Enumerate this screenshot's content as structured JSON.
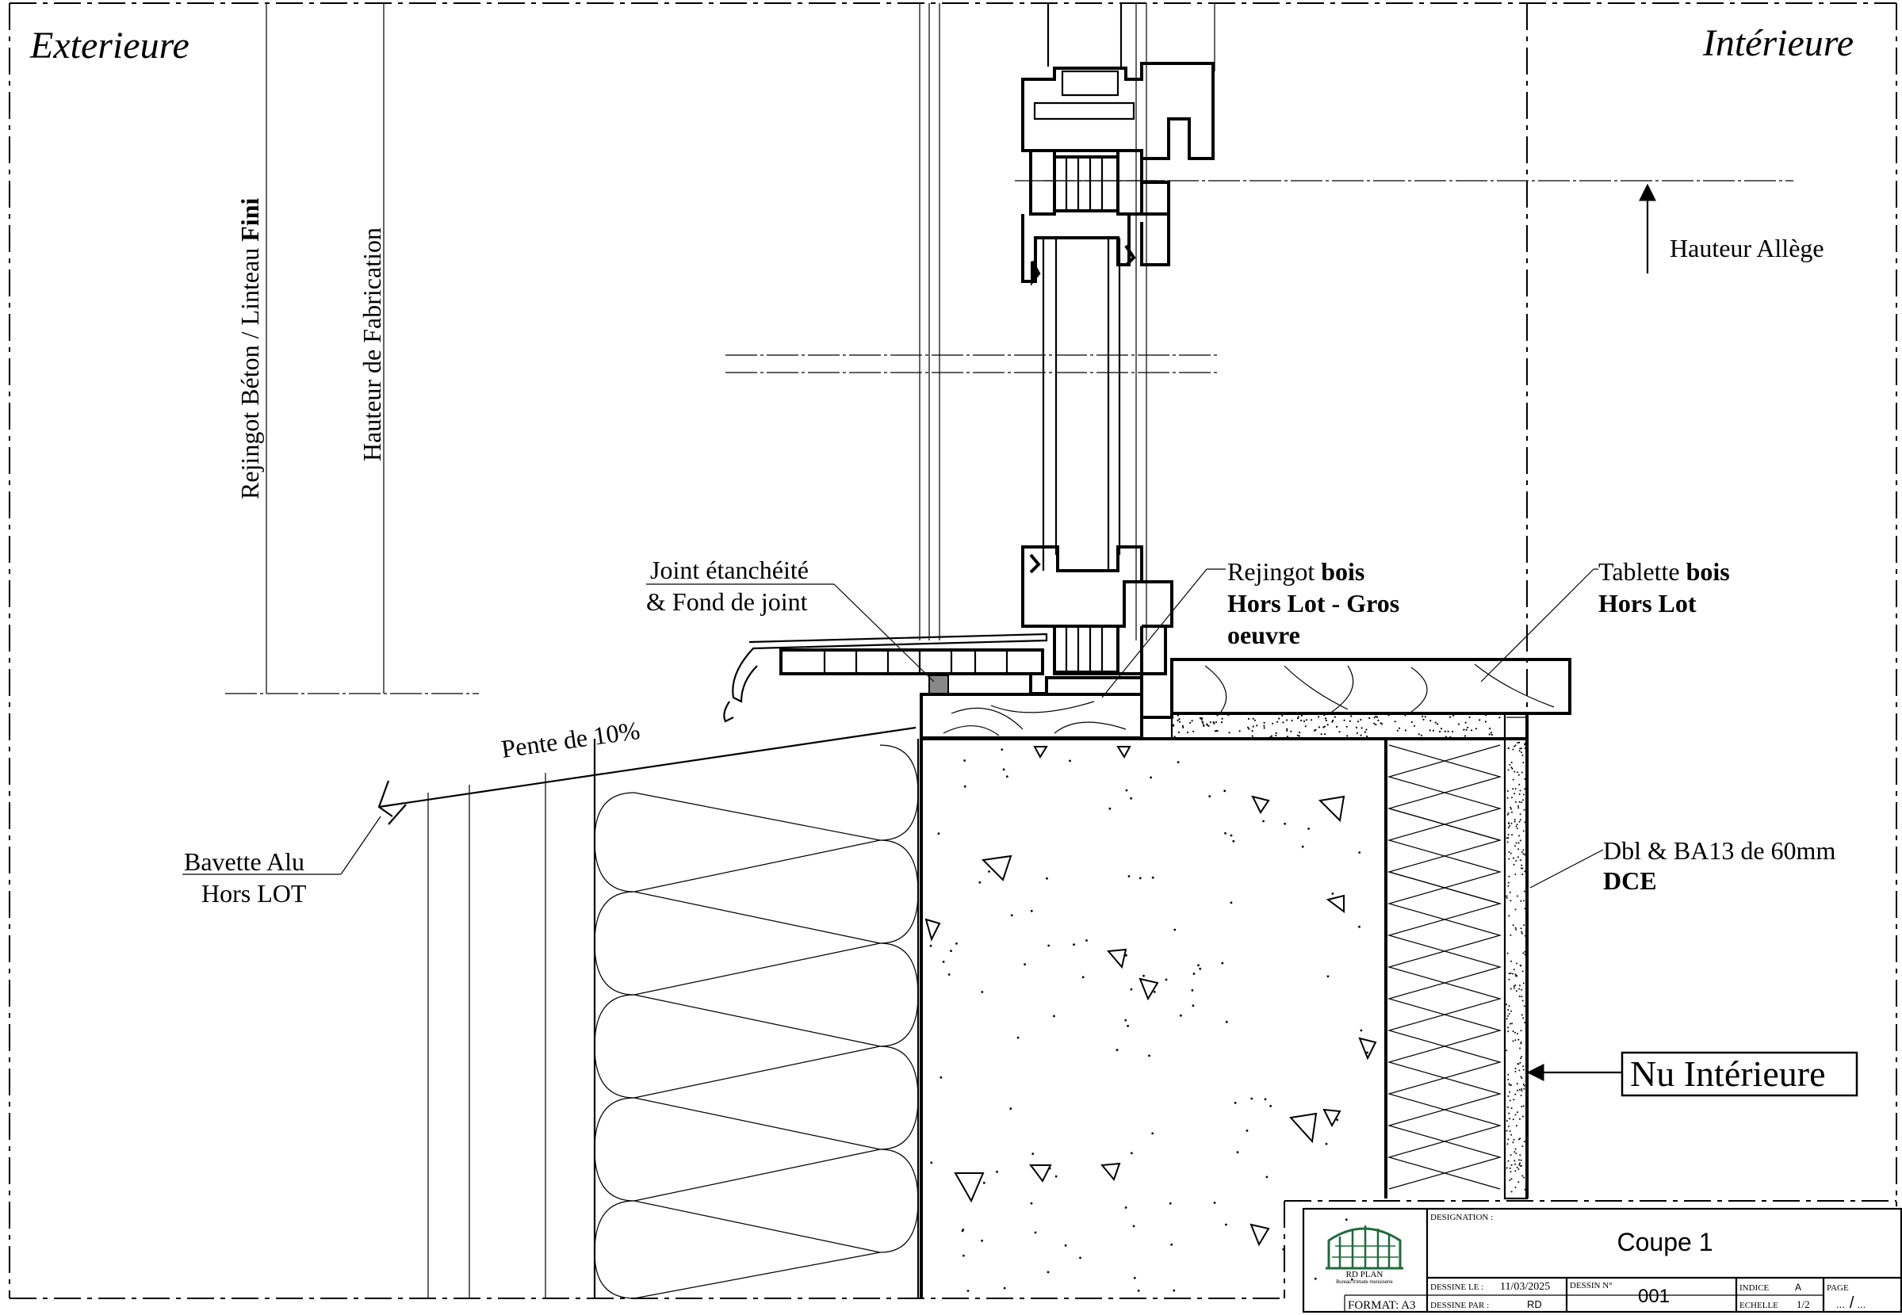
{
  "zones": {
    "exterior": "Exterieure",
    "interior": "Intérieure"
  },
  "dimensions": {
    "rejingot_prefix": "Rejingot Béton / Linteau ",
    "rejingot_bold": "Fini",
    "fabrication": "Hauteur de Fabrication",
    "allege": "Hauteur Allège"
  },
  "labels": {
    "joint_line1": "Joint étanchéité",
    "joint_line2": "& Fond de joint",
    "rejingot_bois_a": "Rejingot ",
    "rejingot_bois_b": "bois",
    "rejingot_line2": "Hors Lot - Gros",
    "rejingot_line3": "oeuvre",
    "tablette_a": "Tablette  ",
    "tablette_b": "bois",
    "tablette_line2": "Hors Lot",
    "pente": "Pente de 10%",
    "bavette_line1": "Bavette Alu",
    "bavette_line2": "Hors LOT",
    "doublage_line1": "Dbl & BA13 de 60mm",
    "doublage_line2": "DCE",
    "nu_interieure": "Nu Intérieure"
  },
  "title_block": {
    "logo_text": "RD PLAN",
    "logo_sub": "Bureau d'étude menuiserie",
    "format": "FORMAT: A3",
    "designation_label": "DESIGNATION :",
    "designation": "Coupe 1",
    "date_label": "DESSINE LE :",
    "date": "11/03/2025",
    "by_label": "DESSINE PAR :",
    "by": "RD",
    "drawing_no_label": "DESSIN N°",
    "drawing_no": "001",
    "index_label": "INDICE",
    "index": "A",
    "scale_label": "ECHELLE",
    "scale": "1/2",
    "page_label": "PAGE",
    "page_a": "...",
    "page_sep": "/",
    "page_b": "..."
  }
}
